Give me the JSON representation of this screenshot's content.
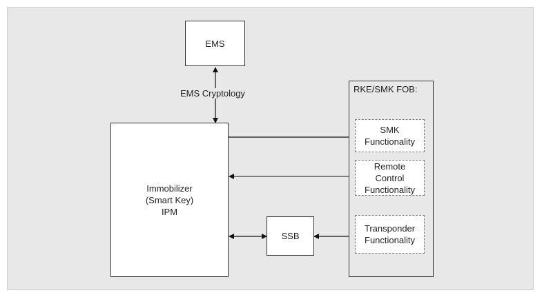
{
  "diagram": {
    "ems": "EMS",
    "ems_link": "EMS Cryptology",
    "immobilizer": "Immobilizer\n(Smart Key)\nIPM",
    "ssb": "SSB",
    "fob": {
      "title": "RKE/SMK FOB:",
      "smk": "SMK\nFunctionality",
      "remote": "Remote\nControl\nFunctionality",
      "transponder": "Transponder\nFunctionality"
    }
  }
}
